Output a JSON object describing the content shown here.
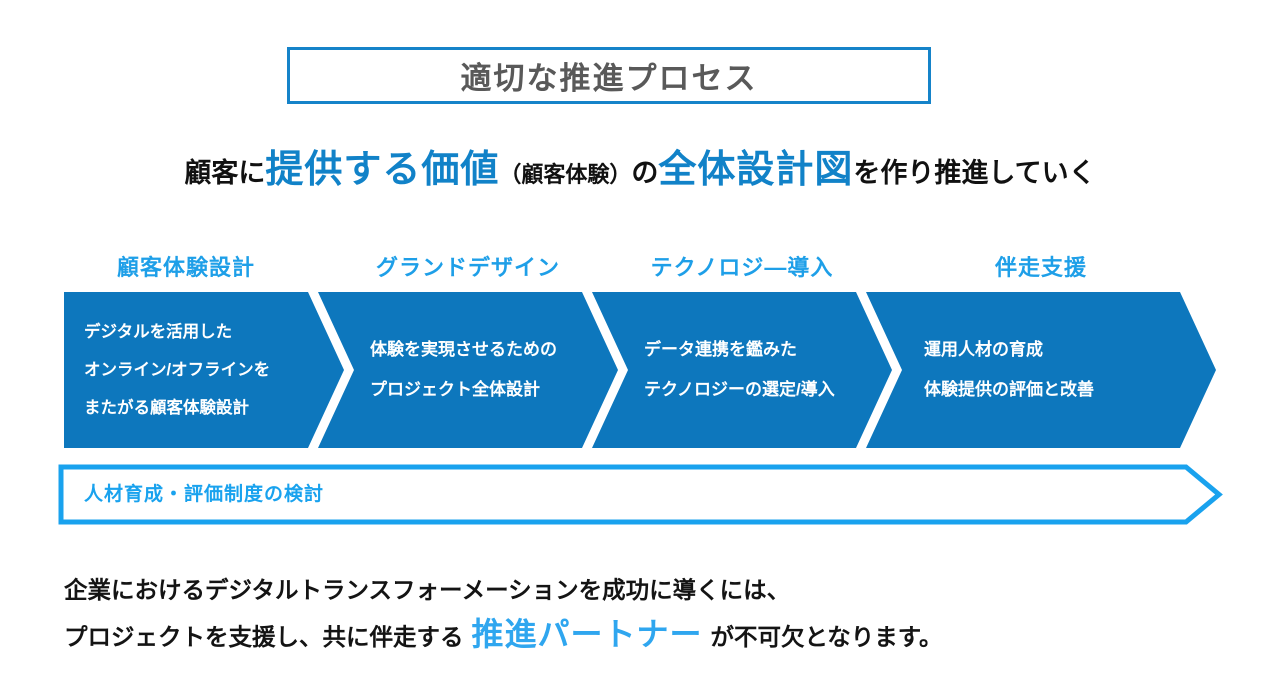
{
  "title": {
    "text": "適切な推進プロセス"
  },
  "subtitle": {
    "seg1": "顧客に",
    "seg2": "提供する価値",
    "seg3": "（顧客体験）",
    "seg4": "の",
    "seg5": "全体設計図",
    "seg6": "を作り推進していく"
  },
  "steps": [
    {
      "header": "顧客体験設計",
      "lines": [
        "デジタルを活用した",
        "オンライン/オフラインを",
        "またがる顧客体験設計"
      ]
    },
    {
      "header": "グランドデザイン",
      "lines": [
        "体験を実現させるための",
        "プロジェクト全体設計"
      ]
    },
    {
      "header": "テクノロジ―導入",
      "lines": [
        "データ連携を鑑みた",
        "テクノロジーの選定/導入"
      ]
    },
    {
      "header": "伴走支援",
      "lines": [
        "運用人材の育成",
        "体験提供の評価と改善"
      ]
    }
  ],
  "banner": {
    "label": "人材育成・評価制度の検討"
  },
  "footer": {
    "line1": "企業におけるデジタルトランスフォーメーションを成功に導くには、",
    "line2_pre": "プロジェクトを支援し、共に伴走する",
    "line2_accent": "推進パートナー",
    "line2_post": "が不可欠となります。"
  },
  "colors": {
    "arrow_fill": "#0d77bd",
    "step_header_blue": "#1e9fe8",
    "subtitle_accent_blue": "#1182c8",
    "banner_outline_blue": "#19a2ee",
    "footer_accent_blue": "#2fa6ef",
    "title_border_blue": "#1583c9",
    "title_text_gray": "#595959"
  }
}
